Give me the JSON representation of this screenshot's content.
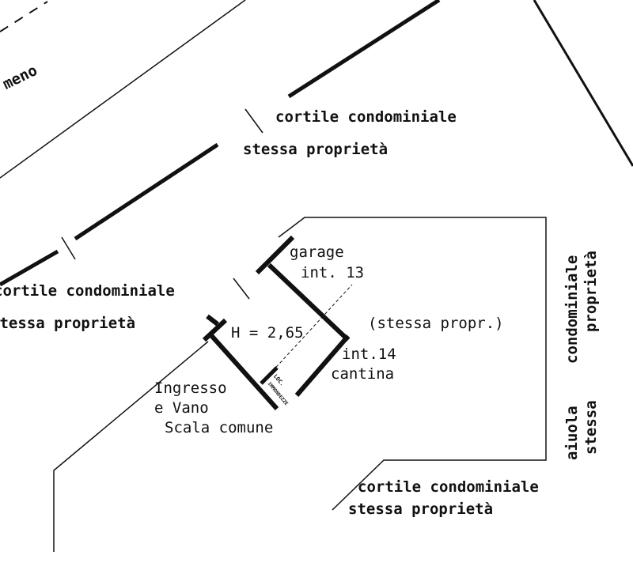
{
  "labels": {
    "top_left": "meno",
    "courtyard_top_1": "cortile  condominiale",
    "courtyard_top_2": "stessa   proprietà",
    "courtyard_left_1": "cortile  condominiale",
    "courtyard_left_2": "stessa  proprietà",
    "garage_1": "garage",
    "garage_2": "int. 13",
    "height": "H = 2,65",
    "same_owner": "(stessa propr.)",
    "cellar_1": "int.14",
    "cellar_2": "cantina",
    "entrance_1": "Ingresso",
    "entrance_2": "e Vano",
    "entrance_3": "Scala comune",
    "waste_room_1": "LOC.",
    "waste_room_2": "IMMONDEZZE",
    "right_vertical_1": "condominiale",
    "right_vertical_2": "proprietà",
    "flowerbed_1": "aiuola",
    "flowerbed_2": "stessa",
    "courtyard_bottom_1": "cortile  condominiale",
    "courtyard_bottom_2": "stessa  proprietà"
  }
}
